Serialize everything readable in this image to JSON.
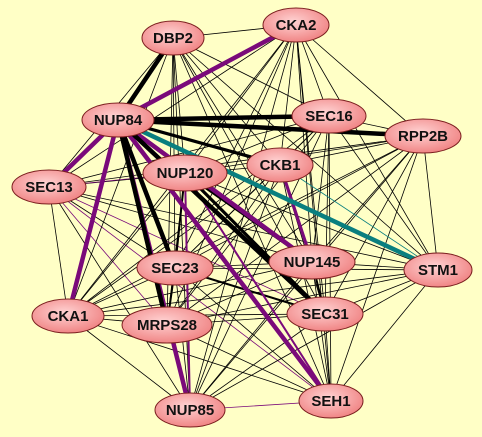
{
  "diagram": {
    "background": "#ffffc6",
    "node_fill_light": "#ffd3d3",
    "node_fill_dark": "#ef7f7f",
    "node_stroke": "#7a1e1e",
    "edge_colors": {
      "black": "#000000",
      "purple": "#7a0a7a",
      "teal": "#0a7f7f"
    },
    "nodes": [
      {
        "id": "DBP2",
        "label": "DBP2"
      },
      {
        "id": "CKA2",
        "label": "CKA2"
      },
      {
        "id": "NUP84",
        "label": "NUP84"
      },
      {
        "id": "SEC16",
        "label": "SEC16"
      },
      {
        "id": "RPP2B",
        "label": "RPP2B"
      },
      {
        "id": "CKB1",
        "label": "CKB1"
      },
      {
        "id": "NUP120",
        "label": "NUP120"
      },
      {
        "id": "SEC13",
        "label": "SEC13"
      },
      {
        "id": "NUP145",
        "label": "NUP145"
      },
      {
        "id": "SEC23",
        "label": "SEC23"
      },
      {
        "id": "STM1",
        "label": "STM1"
      },
      {
        "id": "CKA1",
        "label": "CKA1"
      },
      {
        "id": "MRPS28",
        "label": "MRPS28"
      },
      {
        "id": "SEC31",
        "label": "SEC31"
      },
      {
        "id": "SEH1",
        "label": "SEH1"
      },
      {
        "id": "NUP85",
        "label": "NUP85"
      }
    ],
    "edges": [
      {
        "from": "NUP84",
        "to": "CKA2",
        "color": "purple",
        "weight": 4
      },
      {
        "from": "NUP84",
        "to": "SEC13",
        "color": "purple",
        "weight": 4
      },
      {
        "from": "NUP84",
        "to": "CKA1",
        "color": "purple",
        "weight": 4
      },
      {
        "from": "NUP84",
        "to": "NUP85",
        "color": "purple",
        "weight": 4
      },
      {
        "from": "NUP84",
        "to": "SEH1",
        "color": "purple",
        "weight": 4
      },
      {
        "from": "NUP84",
        "to": "NUP145",
        "color": "purple",
        "weight": 4
      },
      {
        "from": "NUP84",
        "to": "SEC16",
        "color": "black",
        "weight": 4
      },
      {
        "from": "NUP84",
        "to": "RPP2B",
        "color": "black",
        "weight": 4
      },
      {
        "from": "NUP84",
        "to": "SEC23",
        "color": "black",
        "weight": 4
      },
      {
        "from": "NUP84",
        "to": "MRPS28",
        "color": "black",
        "weight": 4
      },
      {
        "from": "NUP84",
        "to": "SEC31",
        "color": "black",
        "weight": 4
      },
      {
        "from": "NUP84",
        "to": "CKB1",
        "color": "black",
        "weight": 3
      },
      {
        "from": "DBP2",
        "to": "NUP84",
        "color": "black",
        "weight": 4
      },
      {
        "from": "NUP84",
        "to": "STM1",
        "color": "teal",
        "weight": 4
      },
      {
        "from": "NUP120",
        "to": "SEC31",
        "color": "black",
        "weight": 3
      },
      {
        "from": "NUP120",
        "to": "NUP145",
        "color": "black",
        "weight": 3
      },
      {
        "from": "NUP120",
        "to": "SEC23",
        "color": "black",
        "weight": 2
      },
      {
        "from": "CKB1",
        "to": "NUP145",
        "color": "purple",
        "weight": 3
      },
      {
        "from": "SEC23",
        "to": "SEC31",
        "color": "black",
        "weight": 2
      },
      {
        "from": "SEC23",
        "to": "MRPS28",
        "color": "black",
        "weight": 2
      },
      {
        "from": "NUP145",
        "to": "SEC31",
        "color": "black",
        "weight": 2
      },
      {
        "from": "NUP145",
        "to": "STM1",
        "color": "black",
        "weight": 1
      },
      {
        "from": "SEC13",
        "to": "SEC31",
        "color": "purple",
        "weight": 1
      },
      {
        "from": "SEC13",
        "to": "SEC23",
        "color": "black",
        "weight": 1
      },
      {
        "from": "SEC13",
        "to": "NUP145",
        "color": "black",
        "weight": 1
      },
      {
        "from": "SEC13",
        "to": "SEH1",
        "color": "purple",
        "weight": 1
      },
      {
        "from": "SEC13",
        "to": "NUP85",
        "color": "black",
        "weight": 1
      },
      {
        "from": "SEC13",
        "to": "MRPS28",
        "color": "purple",
        "weight": 1
      },
      {
        "from": "SEC13",
        "to": "CKA1",
        "color": "black",
        "weight": 1
      },
      {
        "from": "SEC13",
        "to": "DBP2",
        "color": "black",
        "weight": 1
      },
      {
        "from": "SEC13",
        "to": "CKB1",
        "color": "black",
        "weight": 1
      },
      {
        "from": "SEC13",
        "to": "STM1",
        "color": "black",
        "weight": 1
      },
      {
        "from": "DBP2",
        "to": "CKA2",
        "color": "black",
        "weight": 1
      },
      {
        "from": "DBP2",
        "to": "SEC16",
        "color": "black",
        "weight": 1
      },
      {
        "from": "DBP2",
        "to": "CKB1",
        "color": "black",
        "weight": 1
      },
      {
        "from": "DBP2",
        "to": "SEC23",
        "color": "black",
        "weight": 1
      },
      {
        "from": "DBP2",
        "to": "NUP145",
        "color": "black",
        "weight": 1
      },
      {
        "from": "DBP2",
        "to": "SEC31",
        "color": "black",
        "weight": 1
      },
      {
        "from": "DBP2",
        "to": "MRPS28",
        "color": "black",
        "weight": 1
      },
      {
        "from": "DBP2",
        "to": "NUP85",
        "color": "black",
        "weight": 1
      },
      {
        "from": "DBP2",
        "to": "SEH1",
        "color": "black",
        "weight": 1
      },
      {
        "from": "DBP2",
        "to": "CKA1",
        "color": "black",
        "weight": 1
      },
      {
        "from": "DBP2",
        "to": "STM1",
        "color": "black",
        "weight": 1
      },
      {
        "from": "DBP2",
        "to": "NUP120",
        "color": "black",
        "weight": 1
      },
      {
        "from": "CKA2",
        "to": "SEC16",
        "color": "black",
        "weight": 1
      },
      {
        "from": "CKA2",
        "to": "RPP2B",
        "color": "black",
        "weight": 1
      },
      {
        "from": "CKA2",
        "to": "CKB1",
        "color": "black",
        "weight": 1
      },
      {
        "from": "CKA2",
        "to": "NUP120",
        "color": "black",
        "weight": 1
      },
      {
        "from": "CKA2",
        "to": "SEC23",
        "color": "black",
        "weight": 1
      },
      {
        "from": "CKA2",
        "to": "NUP145",
        "color": "black",
        "weight": 1
      },
      {
        "from": "CKA2",
        "to": "SEC31",
        "color": "black",
        "weight": 1
      },
      {
        "from": "CKA2",
        "to": "STM1",
        "color": "black",
        "weight": 1
      },
      {
        "from": "CKA2",
        "to": "SEH1",
        "color": "black",
        "weight": 1
      },
      {
        "from": "CKA2",
        "to": "MRPS28",
        "color": "black",
        "weight": 1
      },
      {
        "from": "CKA2",
        "to": "CKA1",
        "color": "black",
        "weight": 1
      },
      {
        "from": "CKA2",
        "to": "SEC13",
        "color": "black",
        "weight": 1
      },
      {
        "from": "CKA2",
        "to": "NUP85",
        "color": "black",
        "weight": 1
      },
      {
        "from": "SEC16",
        "to": "RPP2B",
        "color": "black",
        "weight": 1
      },
      {
        "from": "SEC16",
        "to": "CKB1",
        "color": "black",
        "weight": 1
      },
      {
        "from": "SEC16",
        "to": "NUP120",
        "color": "black",
        "weight": 1
      },
      {
        "from": "SEC16",
        "to": "SEC13",
        "color": "black",
        "weight": 1
      },
      {
        "from": "SEC16",
        "to": "SEC23",
        "color": "black",
        "weight": 1
      },
      {
        "from": "SEC16",
        "to": "NUP145",
        "color": "black",
        "weight": 1
      },
      {
        "from": "SEC16",
        "to": "SEC31",
        "color": "black",
        "weight": 1
      },
      {
        "from": "SEC16",
        "to": "SEH1",
        "color": "black",
        "weight": 1
      },
      {
        "from": "SEC16",
        "to": "STM1",
        "color": "black",
        "weight": 1
      },
      {
        "from": "SEC16",
        "to": "CKA1",
        "color": "black",
        "weight": 1
      },
      {
        "from": "SEC16",
        "to": "MRPS28",
        "color": "black",
        "weight": 1
      },
      {
        "from": "SEC16",
        "to": "NUP85",
        "color": "black",
        "weight": 1
      },
      {
        "from": "RPP2B",
        "to": "CKB1",
        "color": "black",
        "weight": 1
      },
      {
        "from": "RPP2B",
        "to": "NUP120",
        "color": "black",
        "weight": 1
      },
      {
        "from": "RPP2B",
        "to": "SEC13",
        "color": "black",
        "weight": 1
      },
      {
        "from": "RPP2B",
        "to": "SEC23",
        "color": "black",
        "weight": 1
      },
      {
        "from": "RPP2B",
        "to": "NUP145",
        "color": "black",
        "weight": 1
      },
      {
        "from": "RPP2B",
        "to": "STM1",
        "color": "black",
        "weight": 1
      },
      {
        "from": "RPP2B",
        "to": "SEC31",
        "color": "black",
        "weight": 1
      },
      {
        "from": "RPP2B",
        "to": "SEH1",
        "color": "black",
        "weight": 1
      },
      {
        "from": "RPP2B",
        "to": "MRPS28",
        "color": "black",
        "weight": 1
      },
      {
        "from": "RPP2B",
        "to": "CKA1",
        "color": "black",
        "weight": 1
      },
      {
        "from": "RPP2B",
        "to": "NUP85",
        "color": "black",
        "weight": 1
      },
      {
        "from": "CKB1",
        "to": "SEC23",
        "color": "black",
        "weight": 1
      },
      {
        "from": "CKB1",
        "to": "SEC31",
        "color": "black",
        "weight": 1
      },
      {
        "from": "CKB1",
        "to": "STM1",
        "color": "teal",
        "weight": 1
      },
      {
        "from": "CKB1",
        "to": "SEH1",
        "color": "black",
        "weight": 1
      },
      {
        "from": "CKB1",
        "to": "MRPS28",
        "color": "black",
        "weight": 1
      },
      {
        "from": "CKB1",
        "to": "CKA1",
        "color": "black",
        "weight": 1
      },
      {
        "from": "CKB1",
        "to": "NUP85",
        "color": "black",
        "weight": 1
      },
      {
        "from": "NUP120",
        "to": "SEC13",
        "color": "purple",
        "weight": 1
      },
      {
        "from": "NUP120",
        "to": "STM1",
        "color": "black",
        "weight": 1
      },
      {
        "from": "NUP120",
        "to": "MRPS28",
        "color": "black",
        "weight": 1
      },
      {
        "from": "NUP120",
        "to": "CKA1",
        "color": "black",
        "weight": 1
      },
      {
        "from": "NUP120",
        "to": "NUP85",
        "color": "purple",
        "weight": 2
      },
      {
        "from": "NUP120",
        "to": "SEH1",
        "color": "purple",
        "weight": 2
      },
      {
        "from": "SEC23",
        "to": "NUP145",
        "color": "black",
        "weight": 1
      },
      {
        "from": "SEC23",
        "to": "STM1",
        "color": "black",
        "weight": 1
      },
      {
        "from": "SEC23",
        "to": "CKA1",
        "color": "black",
        "weight": 1
      },
      {
        "from": "SEC23",
        "to": "NUP85",
        "color": "black",
        "weight": 1
      },
      {
        "from": "SEC23",
        "to": "SEH1",
        "color": "black",
        "weight": 1
      },
      {
        "from": "NUP145",
        "to": "CKA1",
        "color": "black",
        "weight": 1
      },
      {
        "from": "NUP145",
        "to": "MRPS28",
        "color": "black",
        "weight": 1
      },
      {
        "from": "NUP145",
        "to": "NUP85",
        "color": "black",
        "weight": 1
      },
      {
        "from": "NUP145",
        "to": "SEH1",
        "color": "black",
        "weight": 1
      },
      {
        "from": "STM1",
        "to": "SEC31",
        "color": "black",
        "weight": 1
      },
      {
        "from": "STM1",
        "to": "SEH1",
        "color": "black",
        "weight": 1
      },
      {
        "from": "STM1",
        "to": "MRPS28",
        "color": "black",
        "weight": 1
      },
      {
        "from": "STM1",
        "to": "NUP85",
        "color": "black",
        "weight": 1
      },
      {
        "from": "STM1",
        "to": "CKA1",
        "color": "black",
        "weight": 1
      },
      {
        "from": "CKA1",
        "to": "MRPS28",
        "color": "black",
        "weight": 1
      },
      {
        "from": "CKA1",
        "to": "SEC31",
        "color": "black",
        "weight": 1
      },
      {
        "from": "CKA1",
        "to": "NUP85",
        "color": "black",
        "weight": 1
      },
      {
        "from": "CKA1",
        "to": "SEH1",
        "color": "black",
        "weight": 1
      },
      {
        "from": "MRPS28",
        "to": "SEC31",
        "color": "black",
        "weight": 1
      },
      {
        "from": "MRPS28",
        "to": "NUP85",
        "color": "black",
        "weight": 1
      },
      {
        "from": "MRPS28",
        "to": "SEH1",
        "color": "black",
        "weight": 1
      },
      {
        "from": "SEC31",
        "to": "SEH1",
        "color": "black",
        "weight": 1
      },
      {
        "from": "SEC31",
        "to": "NUP85",
        "color": "black",
        "weight": 1
      },
      {
        "from": "SEH1",
        "to": "NUP85",
        "color": "purple",
        "weight": 1
      }
    ]
  }
}
